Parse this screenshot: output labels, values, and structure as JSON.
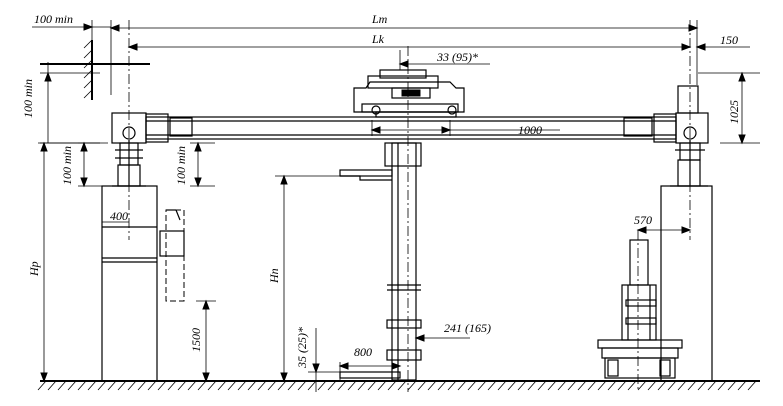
{
  "dimensions": {
    "min_left_top": "100 min",
    "span_total": "Lm",
    "span_track": "Lk",
    "trolley_offset": "33 (95)*",
    "right_end": "150",
    "left_vertical_min": "100 min",
    "right_height": "1025",
    "girder_width": "1000",
    "beam_clearance_left": "100 min",
    "beam_clearance_right": "100 min",
    "column_width": "400",
    "wheel_offset": "570",
    "rail_height": "Hp",
    "lift_height": "Hn",
    "base_height": "1500",
    "mast_offset": "241 (165)",
    "bottom_gap": "35 (25)*",
    "fork_length": "800"
  }
}
